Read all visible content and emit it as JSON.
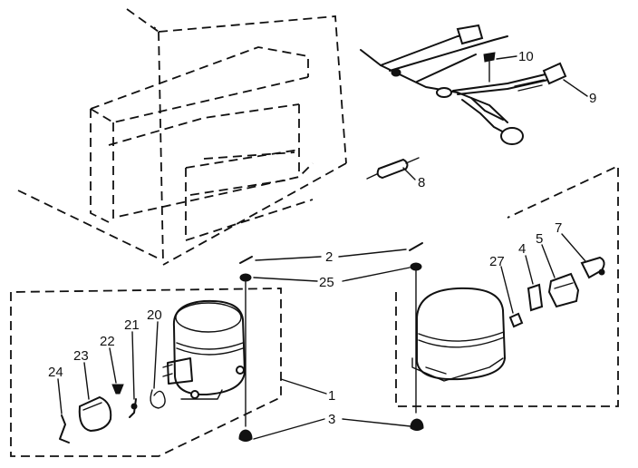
{
  "labels": {
    "p1": "1",
    "p2": "2",
    "p3": "3",
    "p4": "4",
    "p5": "5",
    "p7": "7",
    "p8": "8",
    "p9": "9",
    "p10": "10",
    "p20": "20",
    "p21": "21",
    "p22": "22",
    "p23": "23",
    "p24": "24",
    "p25": "25",
    "p27": "27"
  }
}
